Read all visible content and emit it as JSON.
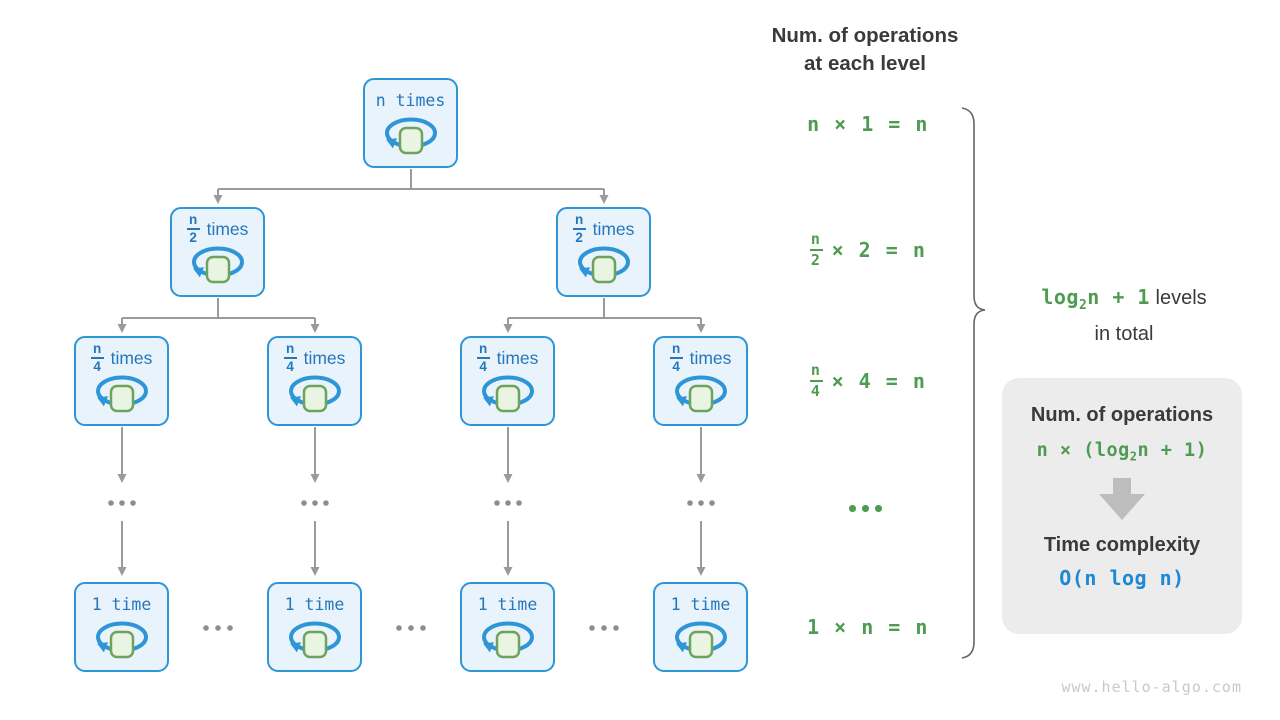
{
  "header": {
    "line1": "Num. of operations",
    "line2": "at each level"
  },
  "nodes": {
    "root": {
      "label": "n times"
    },
    "l2": [
      {
        "num": "n",
        "den": "2",
        "word": "times"
      },
      {
        "num": "n",
        "den": "2",
        "word": "times"
      }
    ],
    "l3": [
      {
        "num": "n",
        "den": "4",
        "word": "times"
      },
      {
        "num": "n",
        "den": "4",
        "word": "times"
      },
      {
        "num": "n",
        "den": "4",
        "word": "times"
      },
      {
        "num": "n",
        "den": "4",
        "word": "times"
      }
    ],
    "l4": [
      {
        "label": "1 time"
      },
      {
        "label": "1 time"
      },
      {
        "label": "1 time"
      },
      {
        "label": "1 time"
      }
    ]
  },
  "equations": {
    "eq1": "n × 1 = n",
    "eq2": {
      "num": "n",
      "den": "2",
      "rest": "× 2 = n"
    },
    "eq3": {
      "num": "n",
      "den": "4",
      "rest": "× 4 = n"
    },
    "eq4": "1 × n = n"
  },
  "brace_label": {
    "green_pre": "log",
    "green_sub": "2",
    "green_post": "n + 1",
    "dark": " levels",
    "line2": "in total"
  },
  "summary": {
    "title": "Num. of operations",
    "formula_pre": "n × (log",
    "formula_sub": "2",
    "formula_post": "n + 1)",
    "result_title": "Time complexity",
    "result": "O(n log n)"
  },
  "watermark": "www.hello-algo.com",
  "colors": {
    "node_border_blue": "#2e95d6",
    "node_fill_blue": "#e9f3fb",
    "node_text_blue": "#2577bd",
    "loop_square_fill": "#eaf4e2",
    "loop_square_border": "#6ea35d",
    "equation_green": "#4e9c52",
    "result_blue": "#1e88d2",
    "connector_gray": "#9a9a9a",
    "card_gray": "#ececec",
    "text_dark": "#3a3a3a"
  }
}
